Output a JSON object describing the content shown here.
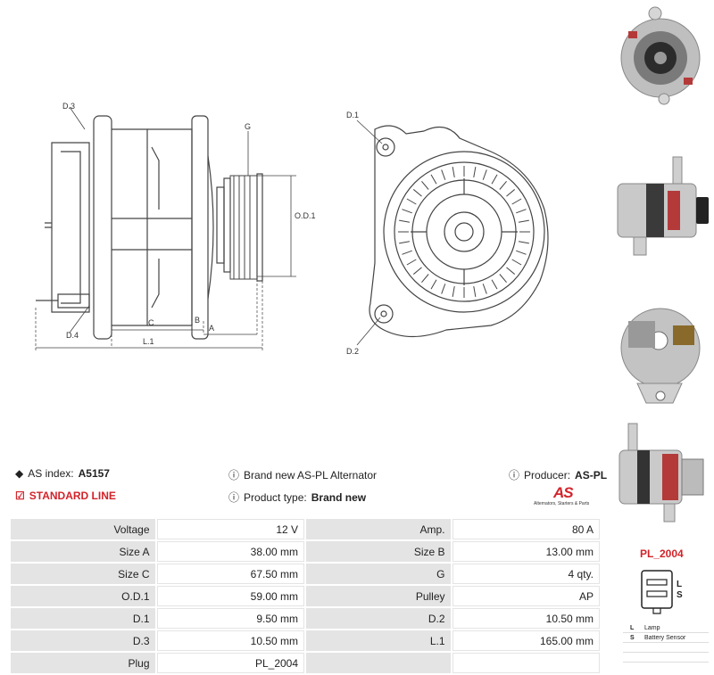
{
  "drawing": {
    "labels": {
      "d3": "D.3",
      "d4": "D.4",
      "g": "G",
      "od1": "O.D.1",
      "c": "C",
      "b": "B",
      "a": "A",
      "l1": "L.1",
      "d1": "D.1",
      "d2": "D.2"
    }
  },
  "info": {
    "index_label": "AS index:",
    "index_value": "A5157",
    "line": "STANDARD LINE",
    "desc": "Brand new AS-PL Alternator",
    "type_label": "Product type:",
    "type_value": "Brand new",
    "producer_label": "Producer:",
    "producer_value": "AS-PL"
  },
  "logo": {
    "text": "AS",
    "tagline": "Alternators, Starters & Parts"
  },
  "specs": [
    [
      "Voltage",
      "12 V",
      "Amp.",
      "80 A"
    ],
    [
      "Size A",
      "38.00 mm",
      "Size B",
      "13.00 mm"
    ],
    [
      "Size C",
      "67.50 mm",
      "G",
      "4 qty."
    ],
    [
      "O.D.1",
      "59.00 mm",
      "Pulley",
      "AP"
    ],
    [
      "D.1",
      "9.50 mm",
      "D.2",
      "10.50 mm"
    ],
    [
      "D.3",
      "10.50 mm",
      "L.1",
      "165.00 mm"
    ],
    [
      "Plug",
      "PL_2004",
      "",
      ""
    ]
  ],
  "plug": {
    "title": "PL_2004",
    "pins": [
      "L",
      "S"
    ],
    "legend": [
      {
        "key": "L",
        "desc": "Lamp"
      },
      {
        "key": "S",
        "desc": "Battery Sensor"
      }
    ]
  },
  "colors": {
    "accent": "#d2232a",
    "table_label_bg": "#e4e4e4"
  }
}
